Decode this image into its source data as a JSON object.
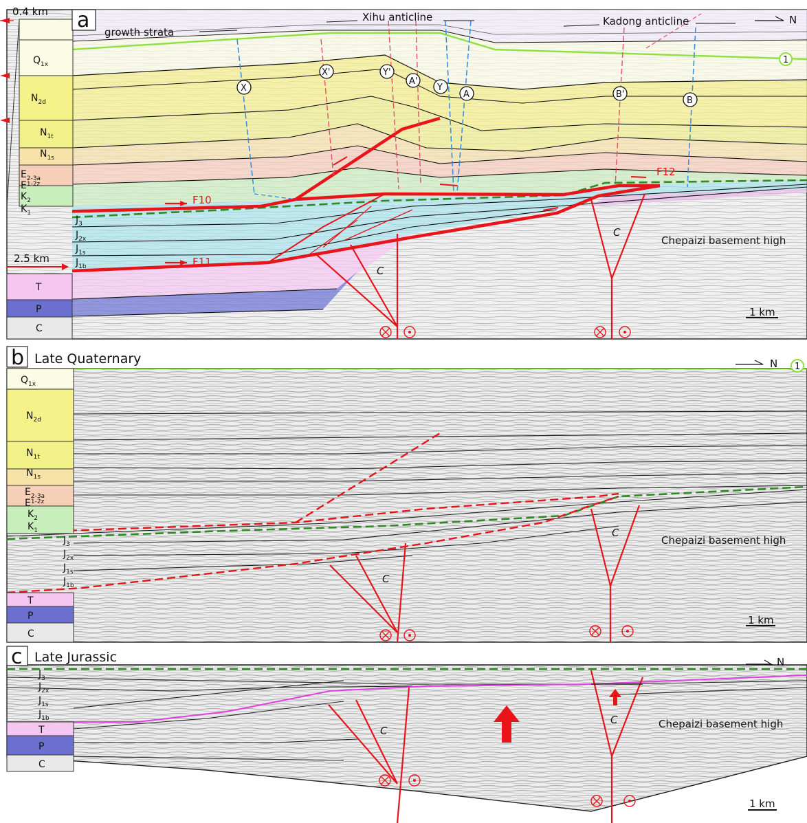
{
  "panels": {
    "a": {
      "letter": "a",
      "depth_top": "0.4 km",
      "depth_mid": "2.5 km",
      "growth_strata": "growth strata",
      "xihu": "Xihu anticline",
      "kadong": "Kadong anticline",
      "north": "N",
      "horizon_marker": "1",
      "basement": "Chepaizi basement high",
      "scale": "1 km",
      "c_label": "C",
      "faults": {
        "f10": "F10",
        "f11": "F11",
        "f12": "F12"
      },
      "pins": [
        "X",
        "X'",
        "Y'",
        "A'",
        "Y",
        "A",
        "B'",
        "B"
      ],
      "strat": [
        {
          "t": "Q",
          "s": "1x",
          "color": "#fbfbe6"
        },
        {
          "t": "N",
          "s": "2d",
          "color": "#f6f28a"
        },
        {
          "t": "N",
          "s": "1t",
          "color": "#f2f089"
        },
        {
          "t": "N",
          "s": "1s",
          "color": "#f7e3a7"
        },
        {
          "t": "E",
          "s": "2-3a",
          "color": "#f6cfb9"
        },
        {
          "t": "E",
          "s": "1-2z",
          "color": "#dcefcf"
        },
        {
          "t": "K",
          "s": "2",
          "color": "#c8eebc"
        },
        {
          "t": "K",
          "s": "1",
          "color": "#c8eebc"
        },
        {
          "t": "J",
          "s": "3",
          "color": "#a8e6f0"
        },
        {
          "t": "J",
          "s": "2x",
          "color": "#a8e6f0"
        },
        {
          "t": "J",
          "s": "1s",
          "color": "#a8e6f0"
        },
        {
          "t": "J",
          "s": "1b",
          "color": "#a8e6f0"
        },
        {
          "t": "T",
          "s": "",
          "color": "#f5c6f2"
        },
        {
          "t": "P",
          "s": "",
          "color": "#6b6fd0"
        },
        {
          "t": "C",
          "s": "",
          "color": "#e9e9e9"
        }
      ]
    },
    "b": {
      "letter": "b",
      "title": "Late Quaternary",
      "north": "N",
      "horizon_marker": "1",
      "basement": "Chepaizi basement high",
      "scale": "1 km",
      "c_label": "C",
      "strat": [
        {
          "t": "Q",
          "s": "1x"
        },
        {
          "t": "N",
          "s": "2d"
        },
        {
          "t": "N",
          "s": "1t"
        },
        {
          "t": "N",
          "s": "1s"
        },
        {
          "t": "E",
          "s": "2-3a"
        },
        {
          "t": "E",
          "s": "1-2z"
        },
        {
          "t": "K",
          "s": "2"
        },
        {
          "t": "K",
          "s": "1"
        },
        {
          "t": "J",
          "s": "3"
        },
        {
          "t": "J",
          "s": "2x"
        },
        {
          "t": "J",
          "s": "1s"
        },
        {
          "t": "J",
          "s": "1b"
        },
        {
          "t": "T",
          "s": ""
        },
        {
          "t": "P",
          "s": ""
        },
        {
          "t": "C",
          "s": ""
        }
      ]
    },
    "c": {
      "letter": "c",
      "title": "Late Jurassic",
      "north": "N",
      "basement": "Chepaizi basement high",
      "scale": "1 km",
      "c_label": "C",
      "strat": [
        {
          "t": "J",
          "s": "3"
        },
        {
          "t": "J",
          "s": "2x"
        },
        {
          "t": "J",
          "s": "1s"
        },
        {
          "t": "J",
          "s": "1b"
        },
        {
          "t": "T",
          "s": ""
        },
        {
          "t": "P",
          "s": ""
        },
        {
          "t": "C",
          "s": ""
        }
      ]
    }
  },
  "colors": {
    "fault": "#e8141a",
    "unconformity": "#2e8a22",
    "horizon1": "#8ee043",
    "magenta": "#e040e0",
    "axial_red": "#e0506a",
    "axial_blue": "#3a8fe0"
  }
}
